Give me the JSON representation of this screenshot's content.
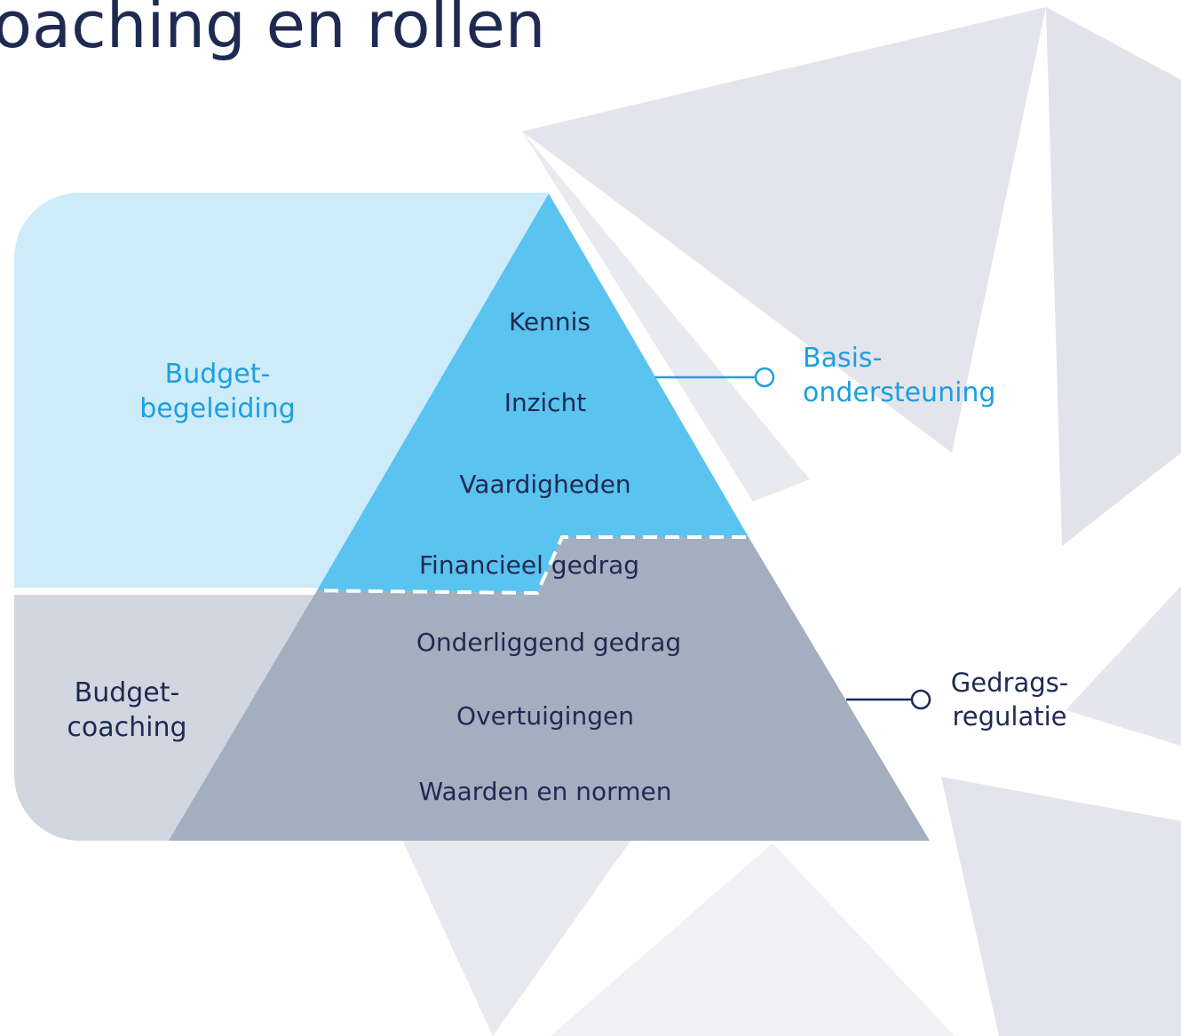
{
  "title": "oaching en rollen",
  "sides": {
    "top": [
      "Budget-",
      "begeleiding"
    ],
    "bottom": [
      "Budget-",
      "coaching"
    ]
  },
  "levels": [
    "Kennis",
    "Inzicht",
    "Vaardigheden",
    "Financieel gedrag",
    "Onderliggend gedrag",
    "Overtuigingen",
    "Waarden en normen"
  ],
  "callouts": {
    "top": [
      "Basis-",
      "ondersteuning"
    ],
    "bottom": [
      "Gedrags-",
      "regulatie"
    ]
  },
  "colors": {
    "title": "#1f2a52",
    "light_blue_panel": "#cdebf8",
    "pyramid_top": "#5ac3f0",
    "pyramid_bottom": "#a3aebf",
    "grey_panel": "#d1d6e0",
    "accent_blue": "#1ba0de",
    "navy": "#1f2a52",
    "background_shapes": "#e4e4ec"
  }
}
